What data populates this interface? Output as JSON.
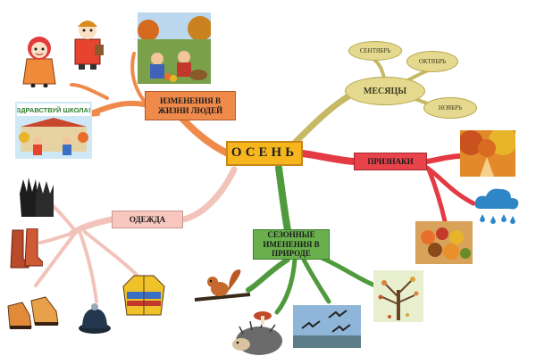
{
  "center": {
    "label": "ОСЕНЬ"
  },
  "branches": {
    "life": "ИЗМЕНЕНИЯ В ЖИЗНИ ЛЮДЕЙ",
    "clothes": "ОДЕЖДА",
    "nature": "СЕЗОННЫЕ ИМЕНЕНИЯ В ПРИРОДЕ",
    "signs": "ПРИЗНАКИ",
    "months": "МЕСЯЦЫ"
  },
  "months": {
    "september": "СЕНТЯБРЬ",
    "october": "ОКТЯБРЬ",
    "november": "НОЯБРЬ"
  },
  "school_banner": "ЗДРАВСТВУЙ ШКОЛА!",
  "colors": {
    "center": "#f7b51e",
    "life": "#f08a4b",
    "clothes": "#f6c6bf",
    "nature": "#69b04d",
    "signs": "#e8434b",
    "months": "#e5d98f"
  },
  "icons": [
    "girl-doll-icon",
    "boy-doll-icon",
    "harvest-picture-icon",
    "school-picture-icon",
    "gloves-icon",
    "boots-icon",
    "shoes-icon",
    "hat-icon",
    "jacket-icon",
    "squirrel-icon",
    "hedgehog-icon",
    "birds-picture-icon",
    "tree-picture-icon",
    "autumn-forest-picture-icon",
    "rain-cloud-icon",
    "harvest-basket-icon"
  ]
}
